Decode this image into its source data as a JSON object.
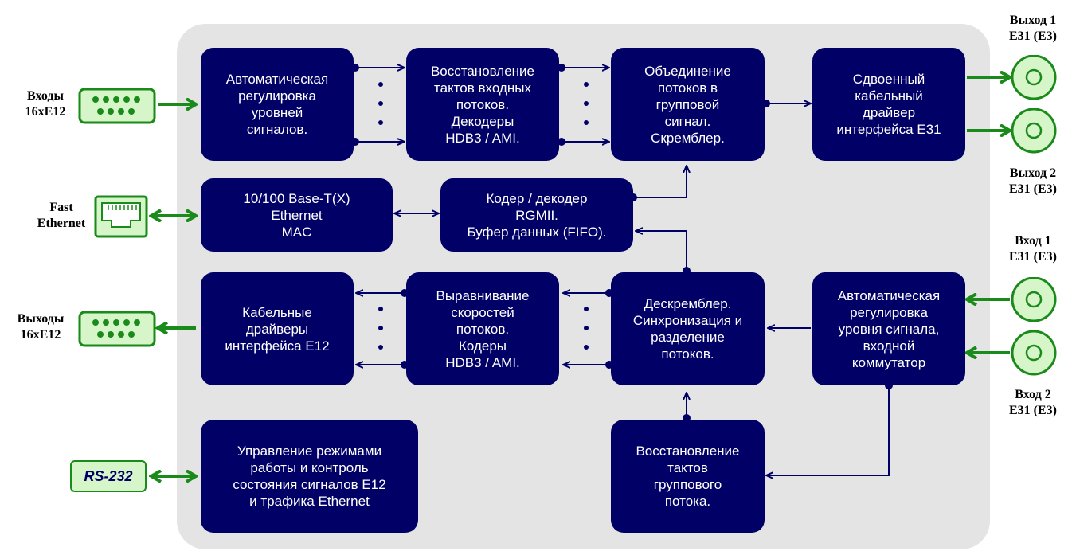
{
  "blocks": {
    "agc_in": "Автоматическая\nрегулировка\nуровней\nсигналов.",
    "clock_rec_in": "Восстановление\nтактов входных\nпотоков.\nДекодеры\nHDB3 / AMI.",
    "mux": "Объединение\nпотоков в\nгрупповой\nсигнал.\nСкремблер.",
    "dual_driver": "Сдвоенный\nкабельный\nдрайвер\nинтерфейса Е31",
    "eth_mac": "10/100 Base-T(X)\nEthernet\nMAC",
    "codec": "Кодер / декодер\nRGMII.\nБуфер данных (FIFO).",
    "cable_drivers": "Кабельные\nдрайверы\nинтерфейса Е12",
    "rate_align": "Выравнивание\nскоростей\nпотоков.\nКодеры\nHDB3 / AMI.",
    "descrambler": "Дескремблер.\nСинхронизация и\nразделение\nпотоков.",
    "agc_out": "Автоматическая\nрегулировка\nуровня сигнала,\nвходной\nкоммутатор",
    "control": "Управление режимами\nработы и контроль\nсостояния сигналов Е12\nи трафика Ethernet",
    "group_clock": "Восстановление\nтактов\nгруппового\nпотока."
  },
  "labels": {
    "inputs": "Входы\n16xE12",
    "outputs": "Выходы\n16xE12",
    "fast_ethernet": "Fast\nEthernet",
    "rs232": "RS-232",
    "out1": "Выход 1\nE31 (E3)",
    "out2": "Выход 2\nE31 (E3)",
    "in1": "Вход 1\nE31 (E3)",
    "in2": "Вход 2\nE31 (E3)"
  },
  "colors": {
    "block": "#000066",
    "panel": "#e4e4e4",
    "wire": "#000066",
    "port_arrow": "#1a8a1a",
    "port_fill": "#d6f5c8"
  }
}
